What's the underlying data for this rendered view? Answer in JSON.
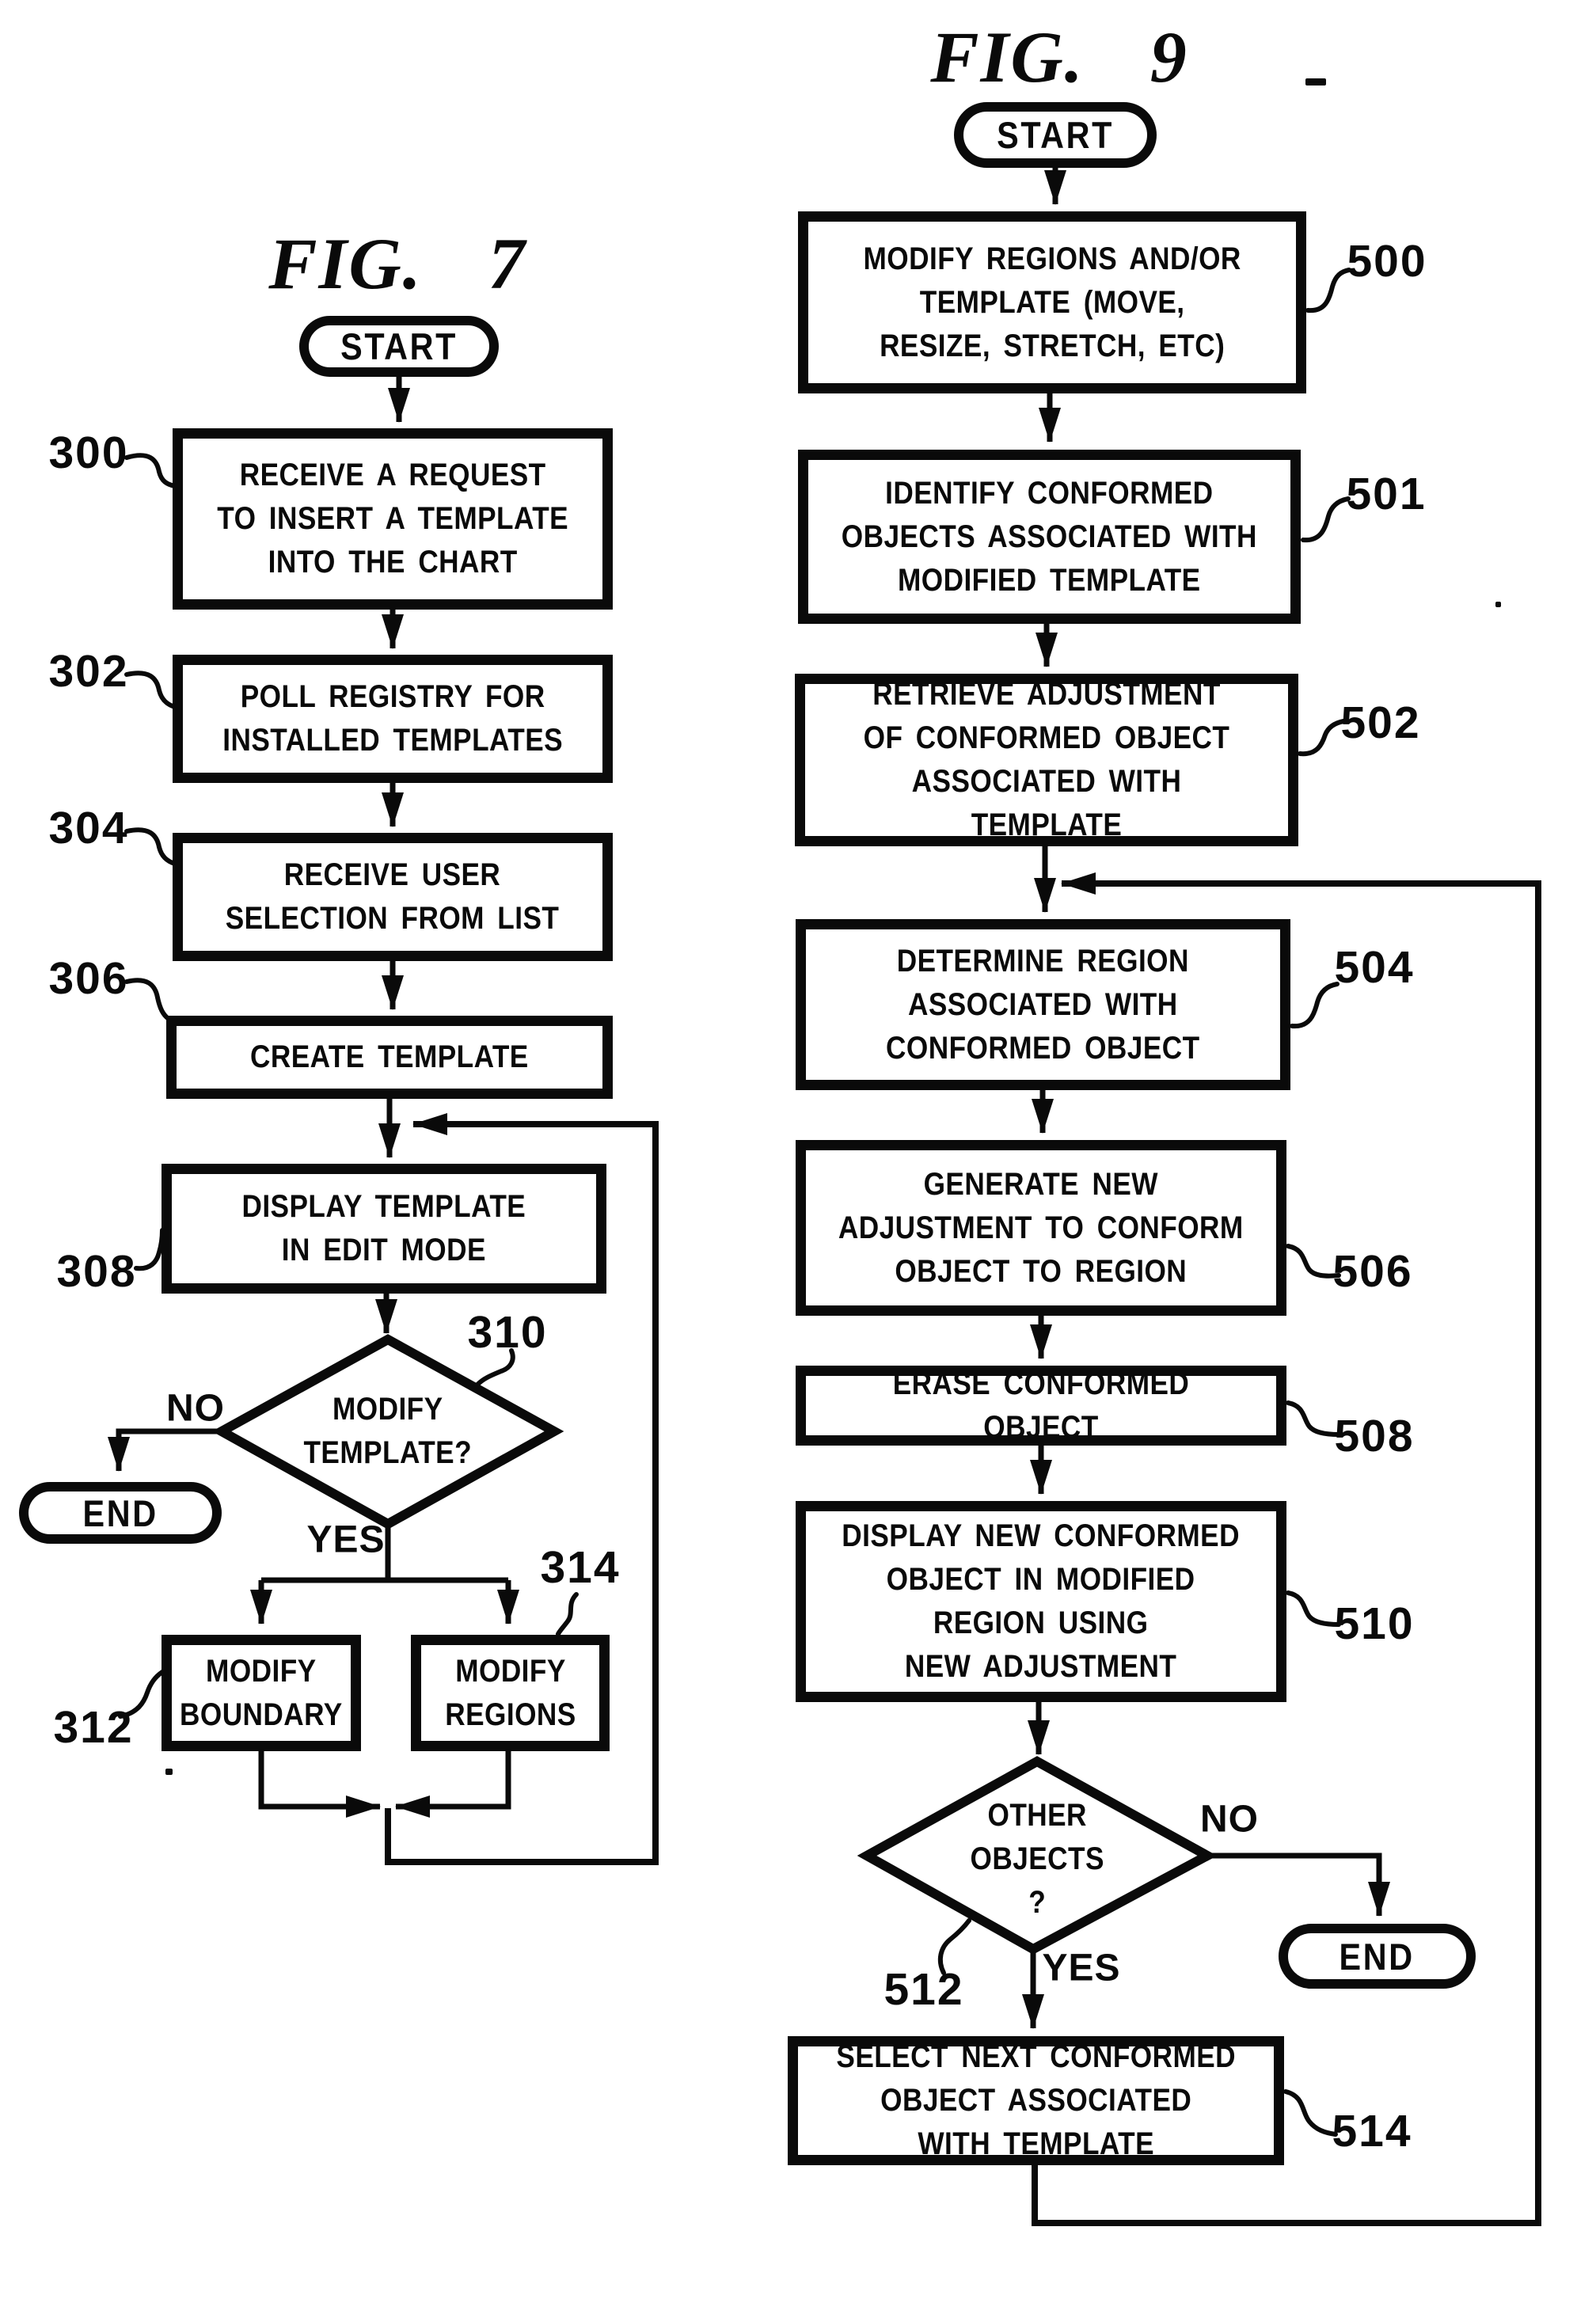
{
  "document": {
    "type": "patent-flowchart-sheet",
    "ink_color": "#0a0a0a",
    "paper_color": "#ffffff"
  },
  "figure7": {
    "title": "FIG. 7",
    "start_label": "START",
    "end_label": "END",
    "no_label": "NO",
    "yes_label": "YES",
    "nodes": {
      "n300": {
        "ref": "300",
        "text": "RECEIVE A REQUEST\nTO INSERT A TEMPLATE\nINTO THE CHART"
      },
      "n302": {
        "ref": "302",
        "text": "POLL REGISTRY FOR\nINSTALLED TEMPLATES"
      },
      "n304": {
        "ref": "304",
        "text": "RECEIVE USER\nSELECTION FROM LIST"
      },
      "n306": {
        "ref": "306",
        "text": "CREATE TEMPLATE"
      },
      "n308": {
        "ref": "308",
        "text": "DISPLAY TEMPLATE\nIN EDIT MODE"
      },
      "d310": {
        "ref": "310",
        "text": "MODIFY\nTEMPLATE?"
      },
      "n312": {
        "ref": "312",
        "text": "MODIFY\nBOUNDARY"
      },
      "n314": {
        "ref": "314",
        "text": "MODIFY\nREGIONS"
      }
    }
  },
  "figure9": {
    "title": "FIG. 9",
    "start_label": "START",
    "end_label": "END",
    "no_label": "NO",
    "yes_label": "YES",
    "nodes": {
      "n500": {
        "ref": "500",
        "text": "MODIFY REGIONS AND/OR\nTEMPLATE (MOVE,\nRESIZE, STRETCH, ETC)"
      },
      "n501": {
        "ref": "501",
        "text": "IDENTIFY CONFORMED\nOBJECTS ASSOCIATED WITH\nMODIFIED TEMPLATE"
      },
      "n502": {
        "ref": "502",
        "text": "RETRIEVE ADJUSTMENT\nOF CONFORMED OBJECT\nASSOCIATED WITH TEMPLATE"
      },
      "n504": {
        "ref": "504",
        "text": "DETERMINE REGION\nASSOCIATED WITH\nCONFORMED OBJECT"
      },
      "n506": {
        "ref": "506",
        "text": "GENERATE NEW\nADJUSTMENT TO CONFORM\nOBJECT TO REGION"
      },
      "n508": {
        "ref": "508",
        "text": "ERASE CONFORMED OBJECT"
      },
      "n510": {
        "ref": "510",
        "text": "DISPLAY NEW CONFORMED\nOBJECT IN MODIFIED\nREGION USING\nNEW ADJUSTMENT"
      },
      "d512": {
        "ref": "512",
        "text": "OTHER\nOBJECTS\n?"
      },
      "n514": {
        "ref": "514",
        "text": "SELECT NEXT CONFORMED\nOBJECT ASSOCIATED\nWITH TEMPLATE"
      }
    }
  }
}
